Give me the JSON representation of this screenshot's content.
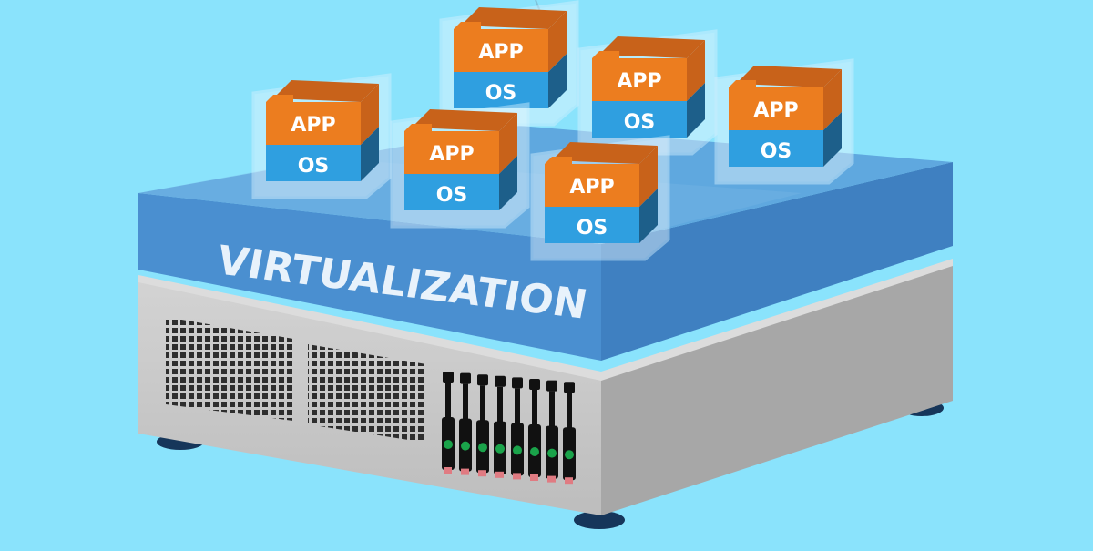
{
  "layer_label": "VIRTUALIZATION",
  "vms": [
    {
      "app_label": "APP",
      "os_label": "OS"
    },
    {
      "app_label": "APP",
      "os_label": "OS"
    },
    {
      "app_label": "APP",
      "os_label": "OS"
    },
    {
      "app_label": "APP",
      "os_label": "OS"
    },
    {
      "app_label": "APP",
      "os_label": "OS"
    },
    {
      "app_label": "APP",
      "os_label": "OS"
    }
  ],
  "drive_bays": 8,
  "colors": {
    "background": "#8ae3fc",
    "virtualization_top": "#5fa8df",
    "virtualization_front": "#4a8fd0",
    "virtualization_side": "#3d7dbd",
    "app_orange": "#ec7d1f",
    "app_orange_dark": "#c8621a",
    "os_blue": "#2f9fe0",
    "os_blue_dark": "#1d5f8a",
    "server_front": "#c8c8c8",
    "server_side": "#a9a9a9",
    "drive_led_green": "#1aa34a",
    "status_led_red": "#e07b82"
  }
}
